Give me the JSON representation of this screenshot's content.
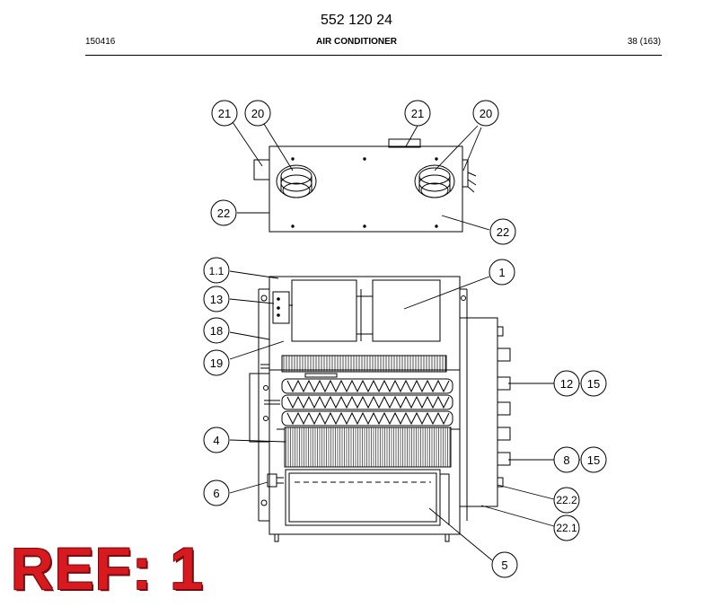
{
  "header": {
    "doc_number": "552 120 24",
    "code": "150416",
    "section": "AIR CONDITIONER",
    "page": "38 (163)"
  },
  "callouts": {
    "c21a": "21",
    "c20a": "20",
    "c21b": "21",
    "c20b": "20",
    "c22a": "22",
    "c22b": "22",
    "c1_1": "1.1",
    "c1": "1",
    "c13": "13",
    "c18": "18",
    "c19": "19",
    "c12": "12",
    "c15a": "15",
    "c4": "4",
    "c8": "8",
    "c15b": "15",
    "c6": "6",
    "c22_2": "22.2",
    "c22_1": "22.1",
    "c5": "5"
  },
  "stamp": {
    "text": "REF: 1"
  },
  "colors": {
    "stamp": "#d61a1f",
    "line": "#000000"
  }
}
